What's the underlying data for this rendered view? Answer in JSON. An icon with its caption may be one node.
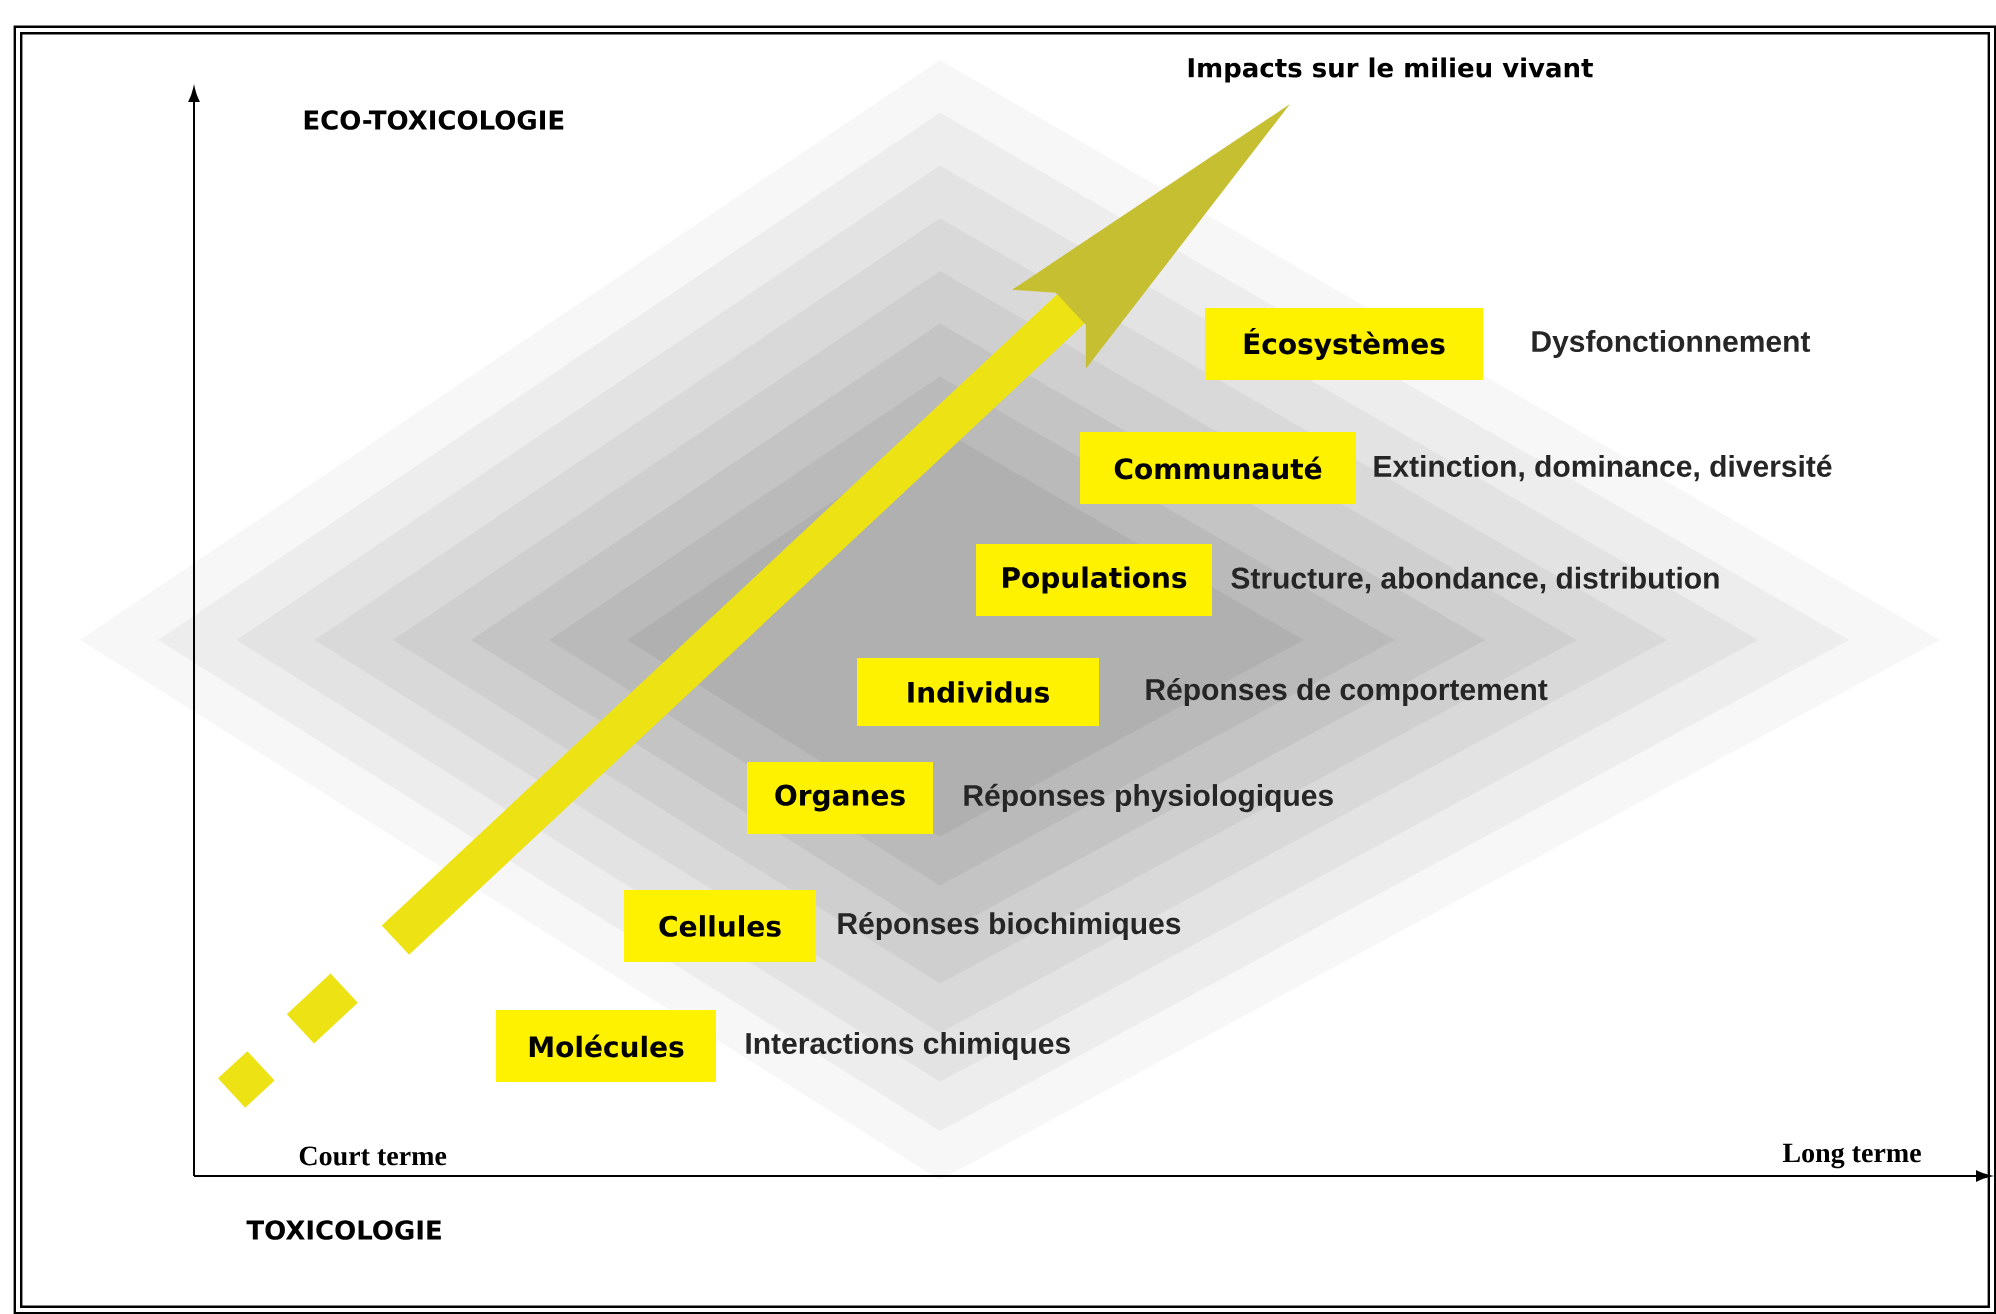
{
  "diagram": {
    "nodes": [
      {
        "text": [
          "Molécules"
        ],
        "beside": [
          "Interactions chimiques"
        ]
      },
      {
        "text": [
          "Cellules"
        ],
        "beside": [
          "Réponses biochimiques"
        ]
      },
      {
        "text": [
          "Organes"
        ],
        "beside": [
          "Réponses physiologiques"
        ]
      },
      {
        "text": [
          "Individus"
        ],
        "beside": [
          "Réponses de comportement"
        ]
      },
      {
        "text": [
          "Populations"
        ],
        "beside": [
          "Structure, abondance, distribution"
        ]
      },
      {
        "text": [
          "Communauté"
        ],
        "beside": [
          "Extinction, dominance, diversité"
        ]
      },
      {
        "text": [
          "Écosystèmes"
        ],
        "beside": [
          "Dysfonctionnement"
        ]
      }
    ],
    "edges": [],
    "labels": [
      "ECO-TOXICOLOGIE",
      "Impacts sur le milieu vivant",
      "Court terme",
      "Long terme",
      "TOXICOLOGIE"
    ]
  }
}
